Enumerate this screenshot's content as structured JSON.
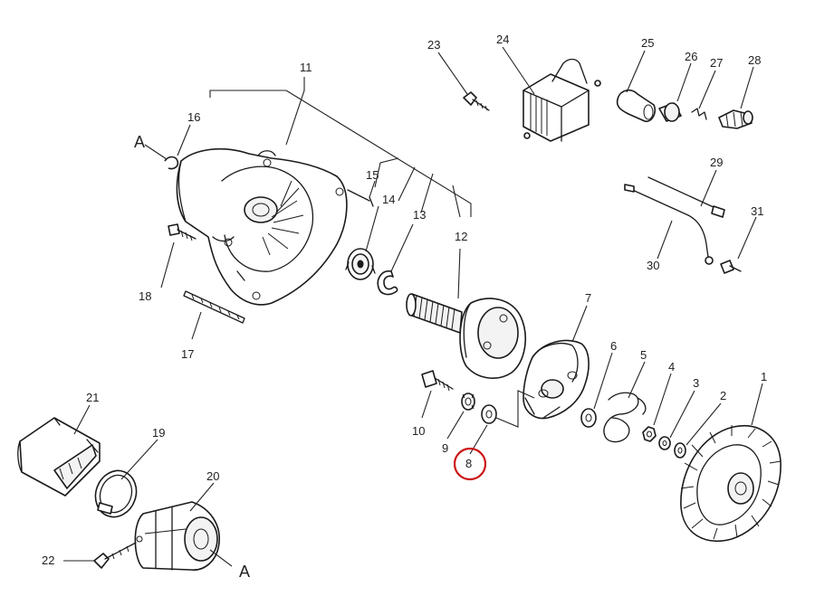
{
  "labels": {
    "p1": "1",
    "p2": "2",
    "p3": "3",
    "p4": "4",
    "p5": "5",
    "p6": "6",
    "p7": "7",
    "p8": "8",
    "p9": "9",
    "p10": "10",
    "p11": "11",
    "p12": "12",
    "p13": "13",
    "p14": "14",
    "p15": "15",
    "p16": "16",
    "p17": "17",
    "p18": "18",
    "p19": "19",
    "p20": "20",
    "p21": "21",
    "p22": "22",
    "p23": "23",
    "p24": "24",
    "p25": "25",
    "p26": "26",
    "p27": "27",
    "p28": "28",
    "p29": "29",
    "p30": "30",
    "p31": "31"
  },
  "refs": {
    "top": "A",
    "bottom": "A"
  },
  "highlight": {
    "color": "#cc1111",
    "part": "8"
  }
}
